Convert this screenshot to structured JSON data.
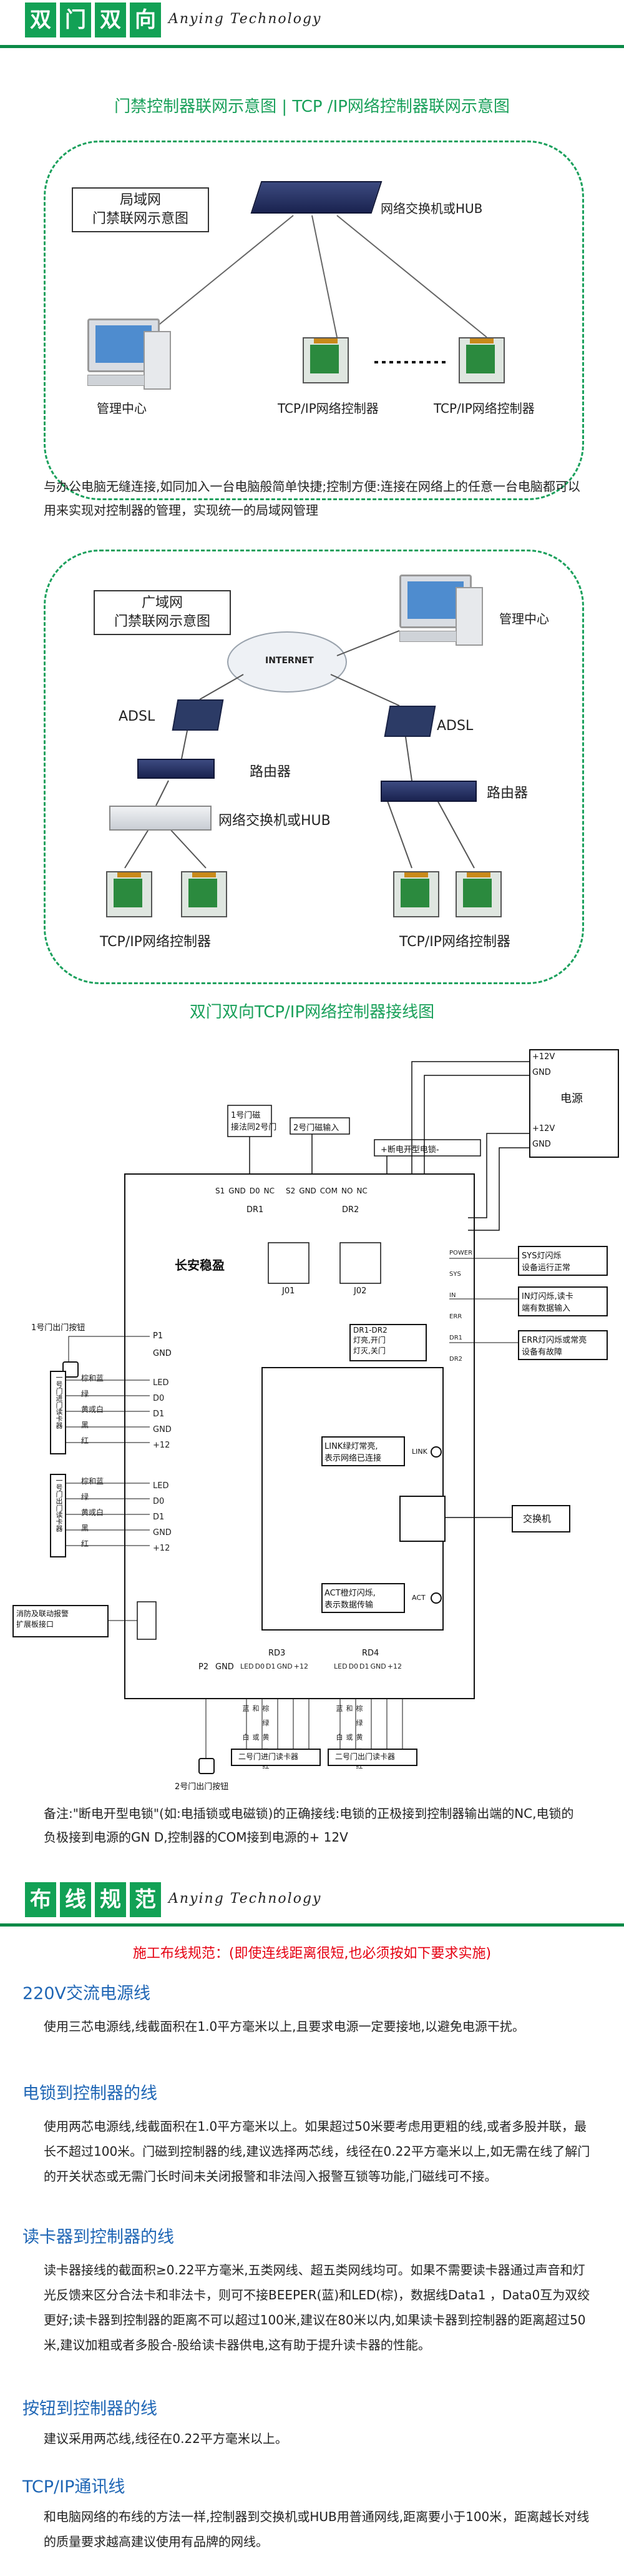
{
  "header": {
    "chars": [
      "双",
      "门",
      "双",
      "向"
    ],
    "subtitle": "Anying Technology"
  },
  "diagram_title": "门禁控制器联网示意图 | TCP /IP网络控制器联网示意图",
  "lan": {
    "box_label": [
      "局域网",
      "门禁联网示意图"
    ],
    "switch_label": "网络交换机或HUB",
    "pc_label": "管理中心",
    "controller_label_1": "TCP/IP网络控制器",
    "controller_label_2": "TCP/IP网络控制器"
  },
  "lan_desc": "与办公电脑无缝连接,如同加入一台电脑般简单快捷;控制方便:连接在网络上的任意一台电脑都可以用来实现对控制器的管理，实现统一的局域网管理",
  "wan": {
    "box_label": [
      "广域网",
      "门禁联网示意图"
    ],
    "pc_label": "管理中心",
    "cloud_label": "INTERNET",
    "adsl_left": "ADSL",
    "adsl_right": "ADSL",
    "router_left": "路由器",
    "router_right": "路由器",
    "switch_label": "网络交换机或HUB",
    "controller_left": "TCP/IP网络控制器",
    "controller_right": "TCP/IP网络控制器"
  },
  "wiring_title": "双门双向TCP/IP网络控制器接线图",
  "wiring": {
    "power": {
      "title": "电源",
      "p1": "+12V",
      "g1": "GND",
      "p2": "+12V",
      "g2": "GND"
    },
    "brand": "长安稳盈",
    "door1_lock": [
      "1号门磁",
      "接法同2号门"
    ],
    "door2_input": "2号门磁输入",
    "breaker": "+断电开型电锁-",
    "dr1": "DR1",
    "dr2": "DR2",
    "top_terms": [
      "S1",
      "GND",
      "D0",
      "NC",
      "S2",
      "GND",
      "COM",
      "NO",
      "NC"
    ],
    "j1_terms": [
      "LED",
      "D0",
      "D1",
      "GND",
      "+12"
    ],
    "j3_terms": [
      "LED",
      "D0",
      "D1",
      "GND",
      "+12"
    ],
    "j2_terms": [
      "P1",
      "GND"
    ],
    "wire_colors": [
      "棕和蓝",
      "绿",
      "黄或白",
      "黑",
      "红"
    ],
    "reader1": "一号门进门读卡器",
    "reader2": "一号门出门读卡器",
    "exit_btn1": "1号门出门按钮",
    "exit_btn2": "2号门出门按钮",
    "fire": [
      "消防及联动报警",
      "扩展板接口"
    ],
    "j4_terms": [
      "P2",
      "GND"
    ],
    "rd3_terms": [
      "LED",
      "D0",
      "D1",
      "GND",
      "+12"
    ],
    "rd4_terms": [
      "LED",
      "D0",
      "D1",
      "GND",
      "+12"
    ],
    "rd3": "RD3",
    "rd4": "RD4",
    "reader3": "二号门进门读卡器",
    "reader4": "二号门出门读卡器",
    "link_note": [
      "LINK绿灯常亮,",
      "表示网络已连接"
    ],
    "act_note": [
      "ACT橙灯闪烁,",
      "表示数据传输"
    ],
    "switch_box": "交换机",
    "sys_note": [
      "SYS灯闪烁",
      "设备运行正常"
    ],
    "in_note": [
      "IN灯闪烁,读卡",
      "端有数据输入"
    ],
    "err_note": [
      "ERR灯闪烁或常亮",
      "设备有故障"
    ],
    "dr_note": [
      "DR1-DR2",
      "灯亮,开门",
      "灯灭,关门"
    ],
    "leds": [
      "POWER",
      "SYS",
      "IN",
      "ERR",
      "DR1",
      "DR2"
    ],
    "j01": "J01",
    "j02": "J02",
    "link": "LINK",
    "act": "ACT"
  },
  "note": "备注:\"断电开型电锁\"(如:电插锁或电磁锁)的正确接线:电锁的正极接到控制器输出端的NC,电锁的负极接到电源的GN D,控制器的COM接到电源的+ 12V",
  "header2": {
    "chars": [
      "布",
      "线",
      "规",
      "范"
    ],
    "subtitle": "Anying Technology"
  },
  "warning": "施工布线规范：(即使连线距离很短,也必须按如下要求实施)",
  "sections": [
    {
      "title": "220V交流电源线",
      "body": "使用三芯电源线,线截面积在1.0平方毫米以上,且要求电源一定要接地,以避免电源干扰。"
    },
    {
      "title": "电锁到控制器的线",
      "body": "使用两芯电源线,线截面积在1.0平方毫米以上。如果超过50米要考虑用更粗的线,或者多股并联，最长不超过100米。门磁到控制器的线,建议选择两芯线，线径在0.22平方毫米以上,如无需在线了解门的开关状态或无需门长时间未关闭报警和非法闯入报警互锁等功能,门磁线可不接。"
    },
    {
      "title": "读卡器到控制器的线",
      "body": "读卡器接线的截面积≥0.22平方毫米,五类网线、超五类网线均可。如果不需要读卡器通过声音和灯光反馈来区分合法卡和非法卡，则可不接BEEPER(蓝)和LED(棕)，数据线Data1 ，Data0互为双绞更好;读卡器到控制器的距离不可以超过100米,建议在80米以内,如果读卡器到控制器的距离超过50米,建议加粗或者多股合-股给读卡器供电,这有助于提升读卡器的性能。"
    },
    {
      "title": "按钮到控制器的线",
      "body": "建议采用两芯线,线径在0.22平方毫米以上。"
    },
    {
      "title": "TCP/IP通讯线",
      "body": "和电脑网络的布线的方法一样,控制器到交换机或HUB用普通网线,距离要小于100米，距离越长对线的质量要求越高建议使用有品牌的网线。"
    }
  ]
}
